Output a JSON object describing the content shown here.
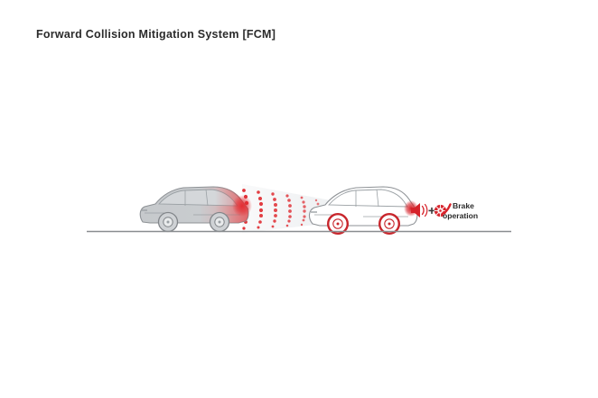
{
  "page": {
    "title": "Forward Collision Mitigation System [FCM]",
    "background_color": "#ffffff"
  },
  "colors": {
    "title_text": "#2b2b2b",
    "accent_red": "#d6222a",
    "radar_red": "#e02a30",
    "vehicle_outline_gray": "#8e9296",
    "vehicle_fill_gray": "#c9cccf",
    "ground_line": "#8a8d90",
    "beam_haze": "#e6e8ea"
  },
  "diagram": {
    "name": "forward-collision-mitigation-illustration",
    "ground_line_label": "road-surface",
    "lead_vehicle": {
      "label": "lead-vehicle",
      "style": "filled-gray-suv",
      "impact_zone_label": "rear-impact-zone"
    },
    "host_vehicle": {
      "label": "host-vehicle",
      "style": "outline-white-suv",
      "sensor_label": "front-radar-sensor",
      "braking_wheels_label": "braking-wheels"
    },
    "radar_beam": {
      "label": "radar-detection-beam",
      "arc_count": 9,
      "direction": "right-to-left"
    }
  },
  "legend": {
    "speaker_icon_name": "warning-sound-icon",
    "plus_symbol": "+",
    "brake_icon_name": "brake-disc-icon",
    "check_icon_name": "check-swoosh-icon",
    "caption_line1": "Brake",
    "caption_line2": "operation"
  }
}
